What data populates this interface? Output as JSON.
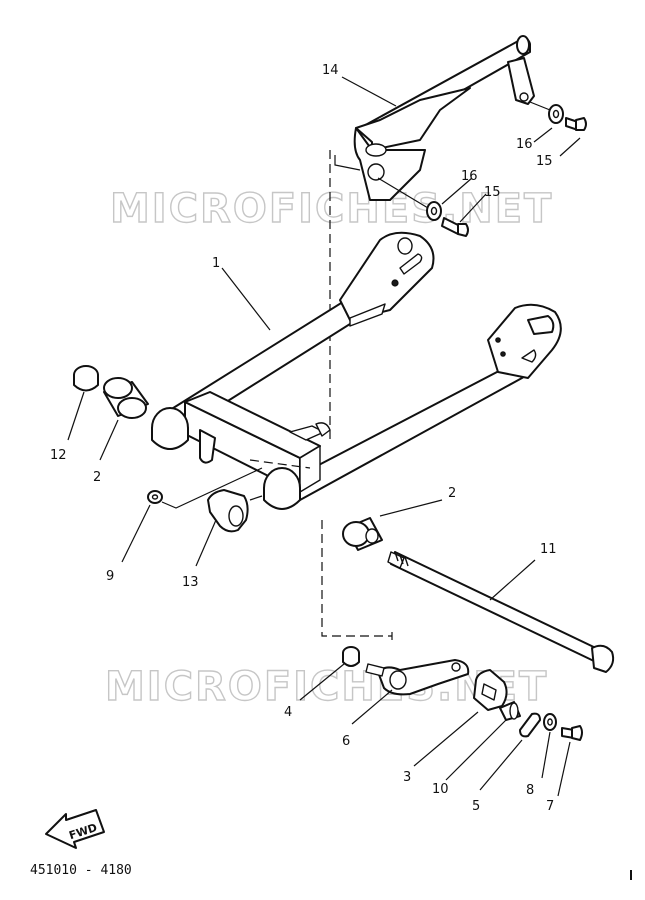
{
  "watermark": "MICROFICHES.NET",
  "part_code": "451010 - 4180",
  "fwd_label": "FWD",
  "callouts": [
    {
      "label": "14"
    },
    {
      "label": "16"
    },
    {
      "label": "15"
    },
    {
      "label": "16"
    },
    {
      "label": "15"
    },
    {
      "label": "1"
    },
    {
      "label": "12"
    },
    {
      "label": "2"
    },
    {
      "label": "2"
    },
    {
      "label": "9"
    },
    {
      "label": "13"
    },
    {
      "label": "11"
    },
    {
      "label": "4"
    },
    {
      "label": "6"
    },
    {
      "label": "3"
    },
    {
      "label": "10"
    },
    {
      "label": "5"
    },
    {
      "label": "8"
    },
    {
      "label": "7"
    }
  ]
}
